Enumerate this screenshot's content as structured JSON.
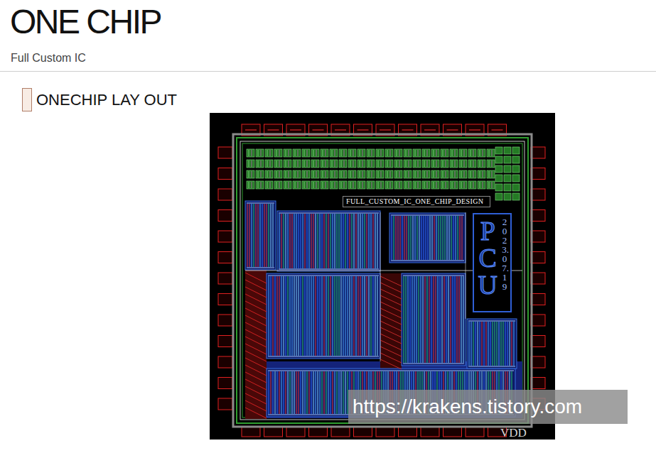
{
  "diagram": {
    "title": "ONE CHIP",
    "nodes": [
      {
        "text": [
          "FULL_CUSTOM_IC_ONE_CHIP_DESIGN"
        ]
      },
      {
        "text": [
          "PCU",
          "2023.07.19"
        ]
      }
    ],
    "labels": [
      "Full Custom IC",
      "ONECHIP LAY OUT",
      "VDD",
      "https://krakens.tistory.com"
    ]
  }
}
